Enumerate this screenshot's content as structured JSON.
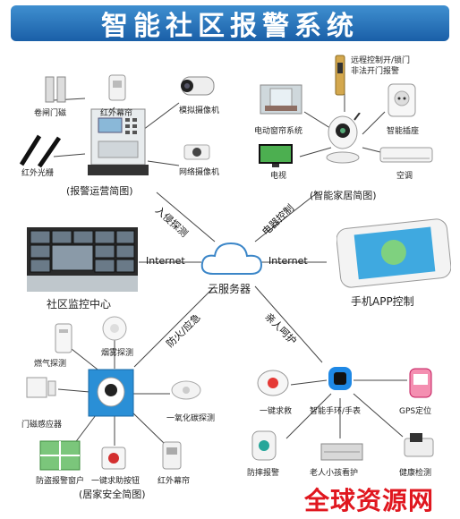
{
  "title": "智能社区报警系统",
  "sections": {
    "alarm": "(报警运营简图)",
    "home": "(智能家居简图)",
    "monitor": "社区监控中心",
    "cloud": "云服务器",
    "app": "手机APP控制",
    "safety": "(居家安全简图)"
  },
  "connectors": {
    "intrusion": "入侵探测",
    "power": "电器控制",
    "internet_left": "Internet",
    "internet_right": "Internet",
    "fire": "防火/应急",
    "care": "亲人呵护"
  },
  "labels": {
    "rolling_door": "卷闸门磁",
    "ir_curtain_top": "红外幕帘",
    "analog_camera": "模拟摄像机",
    "ir_beam": "红外光栅",
    "network_camera": "网络摄像机",
    "remote_lock": "远程控制开/锁门\n非法开门报警",
    "curtain_system": "电动窗帘系统",
    "smart_socket": "智能插座",
    "tv": "电视",
    "ac": "空调",
    "gas": "燃气探测",
    "smoke": "烟雾探测",
    "door_sensor": "门磁感应器",
    "co": "一氧化碳探测",
    "window_guard": "防盗报警窗户",
    "sos_button": "一键求助按钮",
    "ir_curtain_bottom": "红外幕帘",
    "sos": "一键求救",
    "bracelet": "智能手环/手表",
    "gps": "GPS定位",
    "fall_alarm": "防摔报警",
    "child_care": "老人小孩看护",
    "health": "健康检测"
  },
  "watermark": "全球资源网",
  "colors": {
    "banner": "#1f6fb8",
    "line": "#444444",
    "watermark": "#e0171f"
  }
}
